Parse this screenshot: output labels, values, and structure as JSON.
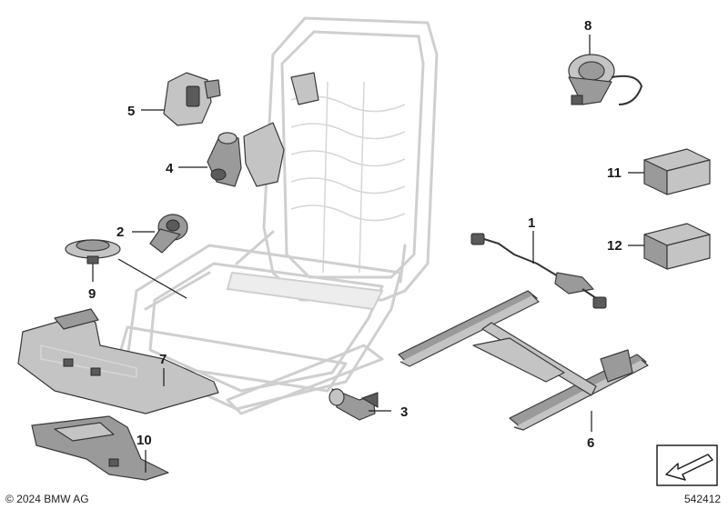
{
  "callouts": [
    {
      "id": "1",
      "label": "1"
    },
    {
      "id": "2",
      "label": "2"
    },
    {
      "id": "3",
      "label": "3"
    },
    {
      "id": "4",
      "label": "4"
    },
    {
      "id": "5",
      "label": "5"
    },
    {
      "id": "6",
      "label": "6"
    },
    {
      "id": "7",
      "label": "7"
    },
    {
      "id": "8",
      "label": "8"
    },
    {
      "id": "9",
      "label": "9"
    },
    {
      "id": "10",
      "label": "10"
    },
    {
      "id": "11",
      "label": "11"
    },
    {
      "id": "12",
      "label": "12"
    }
  ],
  "footer": {
    "copyright": "© 2024 BMW AG",
    "diagram_number": "542412"
  },
  "icons": {
    "nav_arrow": "arrow-back-icon"
  }
}
